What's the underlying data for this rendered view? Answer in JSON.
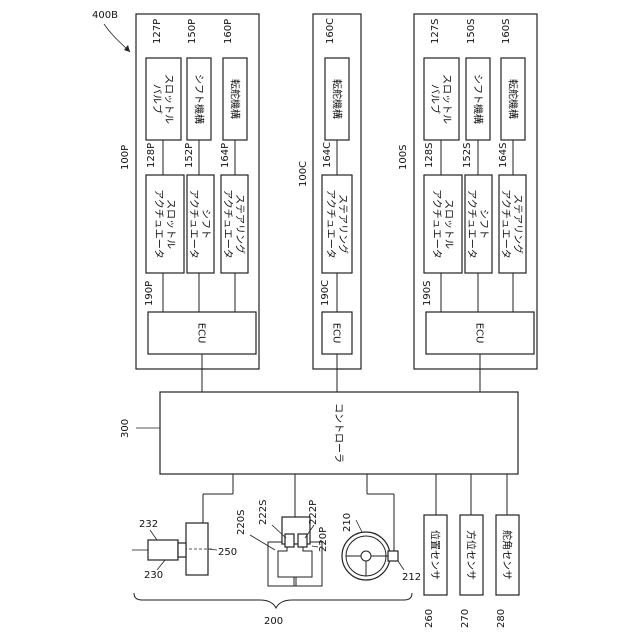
{
  "figure_label": "400B",
  "units": [
    {
      "ref": "100P",
      "ecu_ref": "190P",
      "ecu_label": "ECU",
      "mechanisms": [
        {
          "ref": "127P",
          "label": "スロットル\nバルブ"
        },
        {
          "ref": "150P",
          "label": "シフト機構"
        },
        {
          "ref": "160P",
          "label": "転舵機構"
        }
      ],
      "actuators": [
        {
          "ref": "128P",
          "label": "スロットル\nアクチュエータ"
        },
        {
          "ref": "152P",
          "label": "シフト\nアクチュエータ"
        },
        {
          "ref": "164P",
          "label": "ステアリング\nアクチュエータ"
        }
      ]
    },
    {
      "ref": "100C",
      "ecu_ref": "190C",
      "ecu_label": "ECU",
      "mechanisms": [
        {
          "ref": "160C",
          "label": "転舵機構"
        }
      ],
      "actuators": [
        {
          "ref": "164C",
          "label": "ステアリング\nアクチュエータ"
        }
      ]
    },
    {
      "ref": "100S",
      "ecu_ref": "190S",
      "ecu_label": "ECU",
      "mechanisms": [
        {
          "ref": "127S",
          "label": "スロットル\nバルブ"
        },
        {
          "ref": "150S",
          "label": "シフト機構"
        },
        {
          "ref": "160S",
          "label": "転舵機構"
        }
      ],
      "actuators": [
        {
          "ref": "128S",
          "label": "スロットル\nアクチュエータ"
        },
        {
          "ref": "152S",
          "label": "シフト\nアクチュエータ"
        },
        {
          "ref": "164S",
          "label": "ステアリング\nアクチュエータ"
        }
      ]
    }
  ],
  "controller": {
    "ref": "300",
    "label": "コントローラ"
  },
  "operation_group": {
    "ref": "200"
  },
  "remote": {
    "ref": "230",
    "lever_ref": "232",
    "base_ref": "250"
  },
  "shift_levers": {
    "ref": "220S",
    "ref_s": "222S",
    "ref_p": "222P",
    "ref_pp": "220P"
  },
  "steering_wheel": {
    "ref": "210",
    "connector_ref": "212"
  },
  "sensors": [
    {
      "ref": "260",
      "label": "位置センサ"
    },
    {
      "ref": "270",
      "label": "方位センサ"
    },
    {
      "ref": "280",
      "label": "舵角センサ"
    }
  ]
}
